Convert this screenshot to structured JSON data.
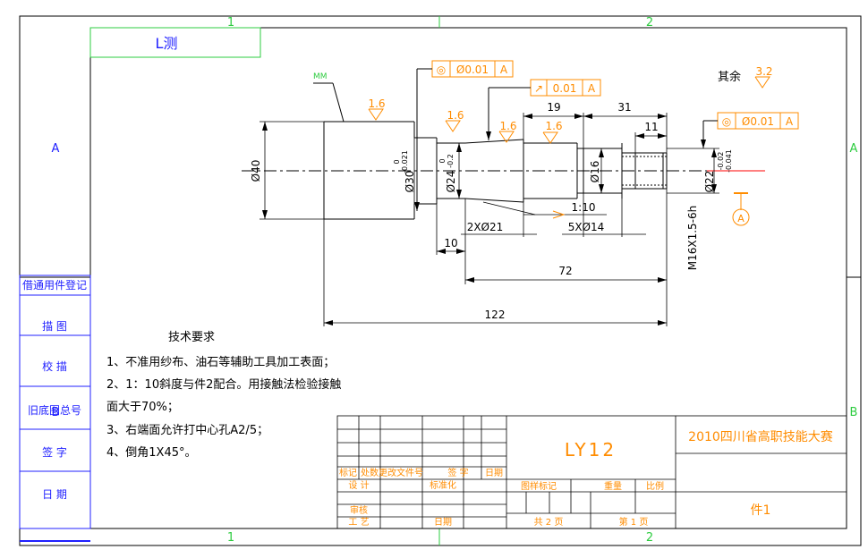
{
  "zones": {
    "col1": "1",
    "col2": "2",
    "rowA": "A",
    "rowB": "B"
  },
  "stamp": "L测",
  "leader_label": "MM",
  "other_roughness": {
    "label": "其余",
    "value": "3.2"
  },
  "roughness": {
    "r1": "1.6",
    "r2": "1.6",
    "r3": "1.6",
    "r4": "1.6"
  },
  "tolerance_frames": {
    "f1": {
      "symbol": "◎",
      "value": "Ø0.01",
      "datum": "A"
    },
    "f2": {
      "symbol": "↗",
      "value": "0.01",
      "datum": "A"
    },
    "f3": {
      "symbol": "◎",
      "value": "Ø0.01",
      "datum": "A"
    }
  },
  "datum_label": "A",
  "dims": {
    "d40": "Ø40",
    "d30": "Ø30",
    "d30_tol_up": "0",
    "d30_tol_low": "-0.021",
    "d24": "Ø24",
    "d24_tol_up": "0",
    "d24_tol_low": "-0.2",
    "d16": "Ø16",
    "d22": "Ø22",
    "d22_tol_up": "-0.02",
    "d22_tol_low": "-0.041",
    "thread": "M16X1.5-6h",
    "groove1": "2XØ21",
    "groove2": "5XØ14",
    "taper": "1:10",
    "len19": "19",
    "len31": "31",
    "len11": "11",
    "len10": "10",
    "len72": "72",
    "len122": "122"
  },
  "tech": {
    "title": "技术要求",
    "l1": "1、不准用纱布、油石等辅助工具加工表面；",
    "l2": "2、1：10斜度与件2配合。用接触法检验接触",
    "l3": "面大于70%；",
    "l4": "3、右端面允许打中心孔A2/5；",
    "l5": "4、倒角1X45°。"
  },
  "left_strip": {
    "s1": "借通用件登记",
    "s2": "描  图",
    "s3": "校  描",
    "s4": "旧底图总号",
    "s5": "签  字",
    "s6": "日  期"
  },
  "title_block": {
    "material": "LY12",
    "contest": "2010四川省高职技能大赛",
    "part": "件1",
    "h_mark": "标记",
    "h_count": "处数",
    "h_doc": "更改文件号",
    "h_sign": "签  字",
    "h_date": "日期",
    "design": "设  计",
    "standard": "标准化",
    "review": "审核",
    "process": "工  艺",
    "date": "日期",
    "stage": "图样标记",
    "weight": "重量",
    "scale": "比例",
    "sheets": "共  2  页",
    "sheet": "第  1  页"
  },
  "colors": {
    "border": "#000000",
    "dims": "#000000",
    "zones": "#2ecc40",
    "labels": "#2020ff",
    "tolerance": "#ff8c00",
    "red": "#ff0000"
  }
}
